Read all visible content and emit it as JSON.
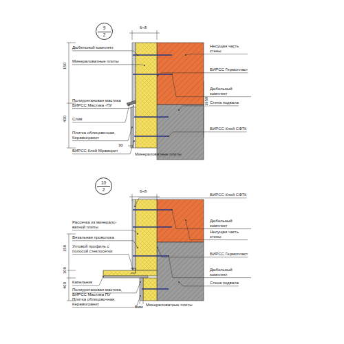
{
  "diagram": {
    "nodes": [
      {
        "text": [
          "9",
          "2"
        ]
      },
      {
        "text": [
          "10",
          "2"
        ]
      }
    ],
    "labels": [
      "6÷8",
      "Дюбельный комплект",
      "Минераловатные плиты",
      "Несущая часть стены",
      "БИРСС Гермопласт",
      "Дюбельный комплект",
      "Стена подвала",
      "БИРСС Клей СФТК",
      "Полиуретановая мастика БИРСС Мастика -ПУ",
      "Слив",
      "Плитка облицовочная, Керамогранит",
      "БИРСС Клей Мраморит",
      "Минераловатные плиты",
      "150",
      "400",
      "3950",
      "30",
      "6÷8",
      "БИРСС Клей СФТК",
      "Рассечка из минерало-ватной плиты",
      "Вязальная проволока",
      "Дюбельный комплект",
      "Несущая часть стены",
      "Угловой профиль с полосой стеклосетки",
      "БИРСС Гермопласт",
      "Дюбельный комплект",
      "Стена подвала",
      "Капельник",
      "Полиуретановая мастика,",
      "БИРСС Мастика ПУ",
      "Плитка облицовочная, Керамогранит",
      "Минераловатные плиты",
      "150",
      "100",
      "400",
      "5мм"
    ]
  }
}
